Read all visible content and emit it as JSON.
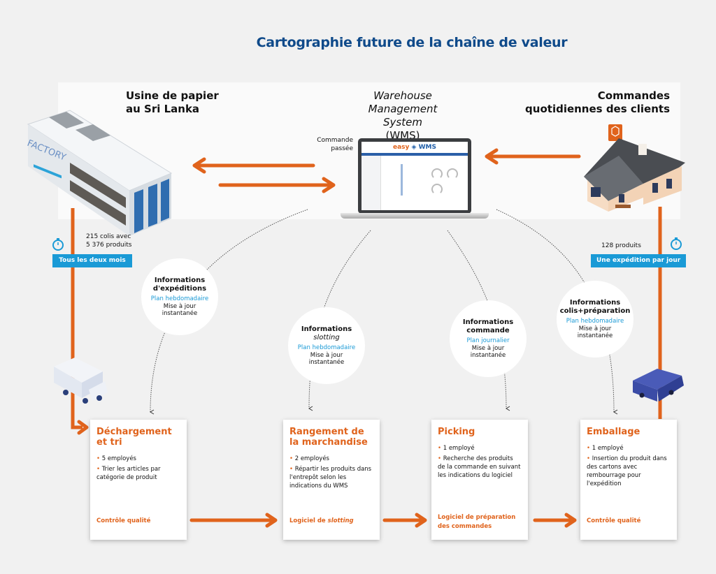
{
  "title": "Cartographie future de la chaîne de valeur",
  "sources": {
    "factory": {
      "label_line1": "Usine de papier",
      "label_line2": "au Sri Lanka",
      "sign": "FACTORY"
    },
    "wms": {
      "label_line1": "Warehouse",
      "label_line2": "Management System",
      "label_line3": "(WMS)",
      "order_note_line1": "Commande",
      "order_note_line2": "passée",
      "screen_brand_left": "easy",
      "screen_brand_right": "WMS"
    },
    "customers": {
      "label_line1": "Commandes",
      "label_line2": "quotidiennes des clients"
    }
  },
  "inbound": {
    "quantity_line1": "215 colis avec",
    "quantity_line2": "5 376 produits",
    "frequency": "Tous les deux mois",
    "icon": "stopwatch-icon"
  },
  "outbound": {
    "quantity": "128 produits",
    "frequency": "Une expédition par jour",
    "icon": "stopwatch-icon"
  },
  "info_bubbles": [
    {
      "title_line1": "Informations",
      "title_line2": "d'expéditions",
      "plan": "Plan hebdomadaire",
      "update_line1": "Mise à jour",
      "update_line2": "instantanée"
    },
    {
      "title_line1": "Informations",
      "title_line2": "slotting",
      "plan": "Plan hebdomadaire",
      "update_line1": "Mise à jour",
      "update_line2": "instantanée"
    },
    {
      "title_line1": "Informations",
      "title_line2": "commande",
      "plan": "Plan journalier",
      "update_line1": "Mise à jour",
      "update_line2": "instantanée"
    },
    {
      "title_line1": "Informations",
      "title_line2": "colis+préparation",
      "plan": "Plan hebdomadaire",
      "update_line1": "Mise à jour",
      "update_line2": "instantanée"
    }
  ],
  "process_steps": [
    {
      "title_line1": "Déchargement",
      "title_line2": "et tri",
      "bullets": [
        "5 employés",
        "Trier les articles par catégorie de produit"
      ],
      "footer": "Contrôle qualité",
      "footer_italic": ""
    },
    {
      "title_line1": "Rangement de",
      "title_line2": "la marchandise",
      "bullets": [
        "2 employés",
        "Répartir les produits dans l'entrepôt selon les indications du WMS"
      ],
      "footer": "Logiciel de ",
      "footer_italic": "slotting"
    },
    {
      "title_line1": "Picking",
      "title_line2": "",
      "bullets": [
        "1 employé",
        "Recherche des produits de la commande en suivant les indications du logiciel"
      ],
      "footer": "Logiciel de préparation des commandes",
      "footer_italic": ""
    },
    {
      "title_line1": "Emballage",
      "title_line2": "",
      "bullets": [
        "1 employé",
        "Insertion du produit dans des cartons avec rembourrage pour l'expédition"
      ],
      "footer": "Contrôle qualité",
      "footer_italic": ""
    }
  ],
  "colors": {
    "title": "#0f4a8a",
    "accent_orange": "#e0631c",
    "badge_blue": "#1a9ad6",
    "background": "#f1f1f1"
  }
}
